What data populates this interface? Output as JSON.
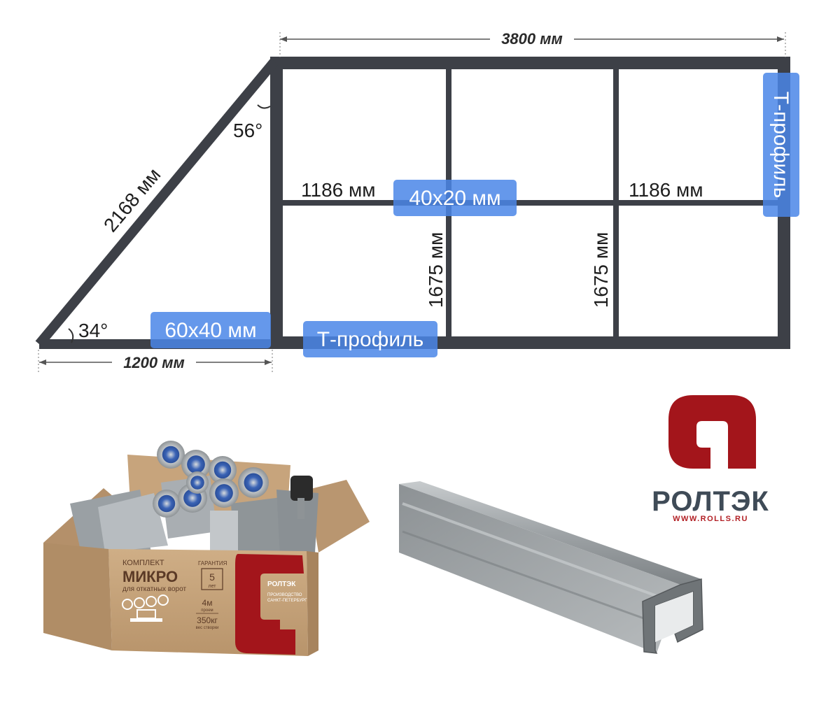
{
  "dimensions": {
    "top_width": "3800 мм",
    "bottom_left_width": "1200 мм",
    "diagonal_length": "2168 мм",
    "angle_top": "56°",
    "angle_bottom": "34°",
    "mid_span_left": "1186 мм",
    "mid_span_right": "1186 мм",
    "post_height_left": "1675 мм",
    "post_height_right": "1675 мм"
  },
  "profiles": {
    "main_frame": "60x40 мм",
    "inner_frame": "40x20 мм",
    "bottom_t": "Т-профиль",
    "right_t": "Т-профиль"
  },
  "box": {
    "kit_label": "КОМПЛЕКТ",
    "kit_name": "МИКРО",
    "kit_purpose": "для откатных ворот",
    "warranty_label": "ГАРАНТИЯ",
    "warranty_years": "5",
    "warranty_unit": "лет",
    "brand": "РОЛТЭК",
    "production": "ПРОИЗВОДСТВО",
    "city": "САНКТ-ПЕТЕРБУРГ",
    "span_value": "4м",
    "span_label": "проем",
    "weight_value": "350кг",
    "weight_label": "вес створки"
  },
  "logo": {
    "wordmark": "РОЛТЭК",
    "url": "WWW.ROLLS.RU"
  },
  "colors": {
    "frame": "#3d4047",
    "highlight": "#4a86e8",
    "brand_red": "#a3151b",
    "brand_gray": "#3f4b57",
    "cardboard": "#c9a57e",
    "steel": "#a6aaad"
  }
}
